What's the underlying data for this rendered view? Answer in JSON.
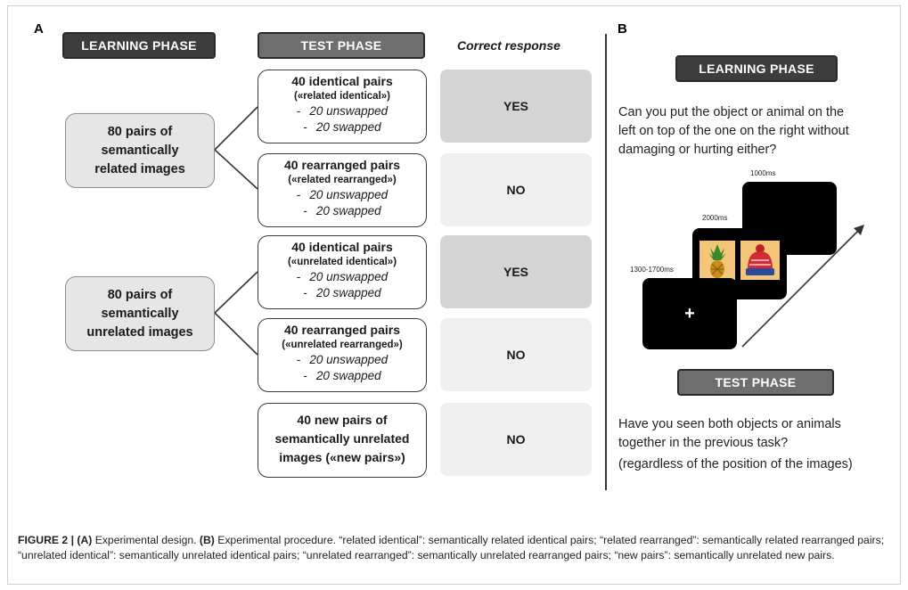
{
  "panel_a": {
    "letter": "A",
    "learning_header": "LEARNING PHASE",
    "test_header": "TEST PHASE",
    "response_header": "Correct response",
    "groups": [
      {
        "lines": [
          "80 pairs of",
          "semantically",
          "related images"
        ]
      },
      {
        "lines": [
          "80 pairs of",
          "semantically",
          "unrelated images"
        ]
      }
    ],
    "test_boxes": [
      {
        "title": "40 identical pairs",
        "subtitle": "(«related identical»)",
        "items": [
          "20 unswapped",
          "20 swapped"
        ]
      },
      {
        "title": "40 rearranged pairs",
        "subtitle": "(«related rearranged»)",
        "items": [
          "20 unswapped",
          "20 swapped"
        ]
      },
      {
        "title": "40 identical pairs",
        "subtitle": "(«unrelated identical»)",
        "items": [
          "20 unswapped",
          "20 swapped"
        ]
      },
      {
        "title": "40 rearranged pairs",
        "subtitle": "(«unrelated rearranged»)",
        "items": [
          "20 unswapped",
          "20 swapped"
        ]
      },
      {
        "lines": [
          "40 new pairs of",
          "semantically unrelated",
          "images («new pairs»)"
        ]
      }
    ],
    "dash": "-",
    "responses": [
      "YES",
      "NO",
      "YES",
      "NO",
      "NO"
    ]
  },
  "panel_b": {
    "letter": "B",
    "learning_header": "LEARNING PHASE",
    "learning_question": [
      "Can you put the object or animal on the",
      "left on top of the one on the right without",
      "damaging or hurting either?"
    ],
    "timings": {
      "first": "1300-1700ms",
      "second": "2000ms",
      "third": "1000ms"
    },
    "fixation": "+",
    "test_header": "TEST PHASE",
    "test_question": [
      "Have you seen both objects or animals",
      "together in the previous task?",
      "(regardless of the position of the images)"
    ]
  },
  "caption": {
    "figure_label": "FIGURE 2 | ",
    "a_label": "(A)",
    "a_text": " Experimental design. ",
    "b_label": "(B)",
    "b_text": " Experimental procedure. “related identical”: semantically related identical pairs; “related rearranged”: semantically related rearranged pairs; “unrelated identical”: semantically unrelated identical pairs; “unrelated rearranged”: semantically unrelated rearranged pairs; “new pairs”: semantically unrelated new pairs."
  }
}
